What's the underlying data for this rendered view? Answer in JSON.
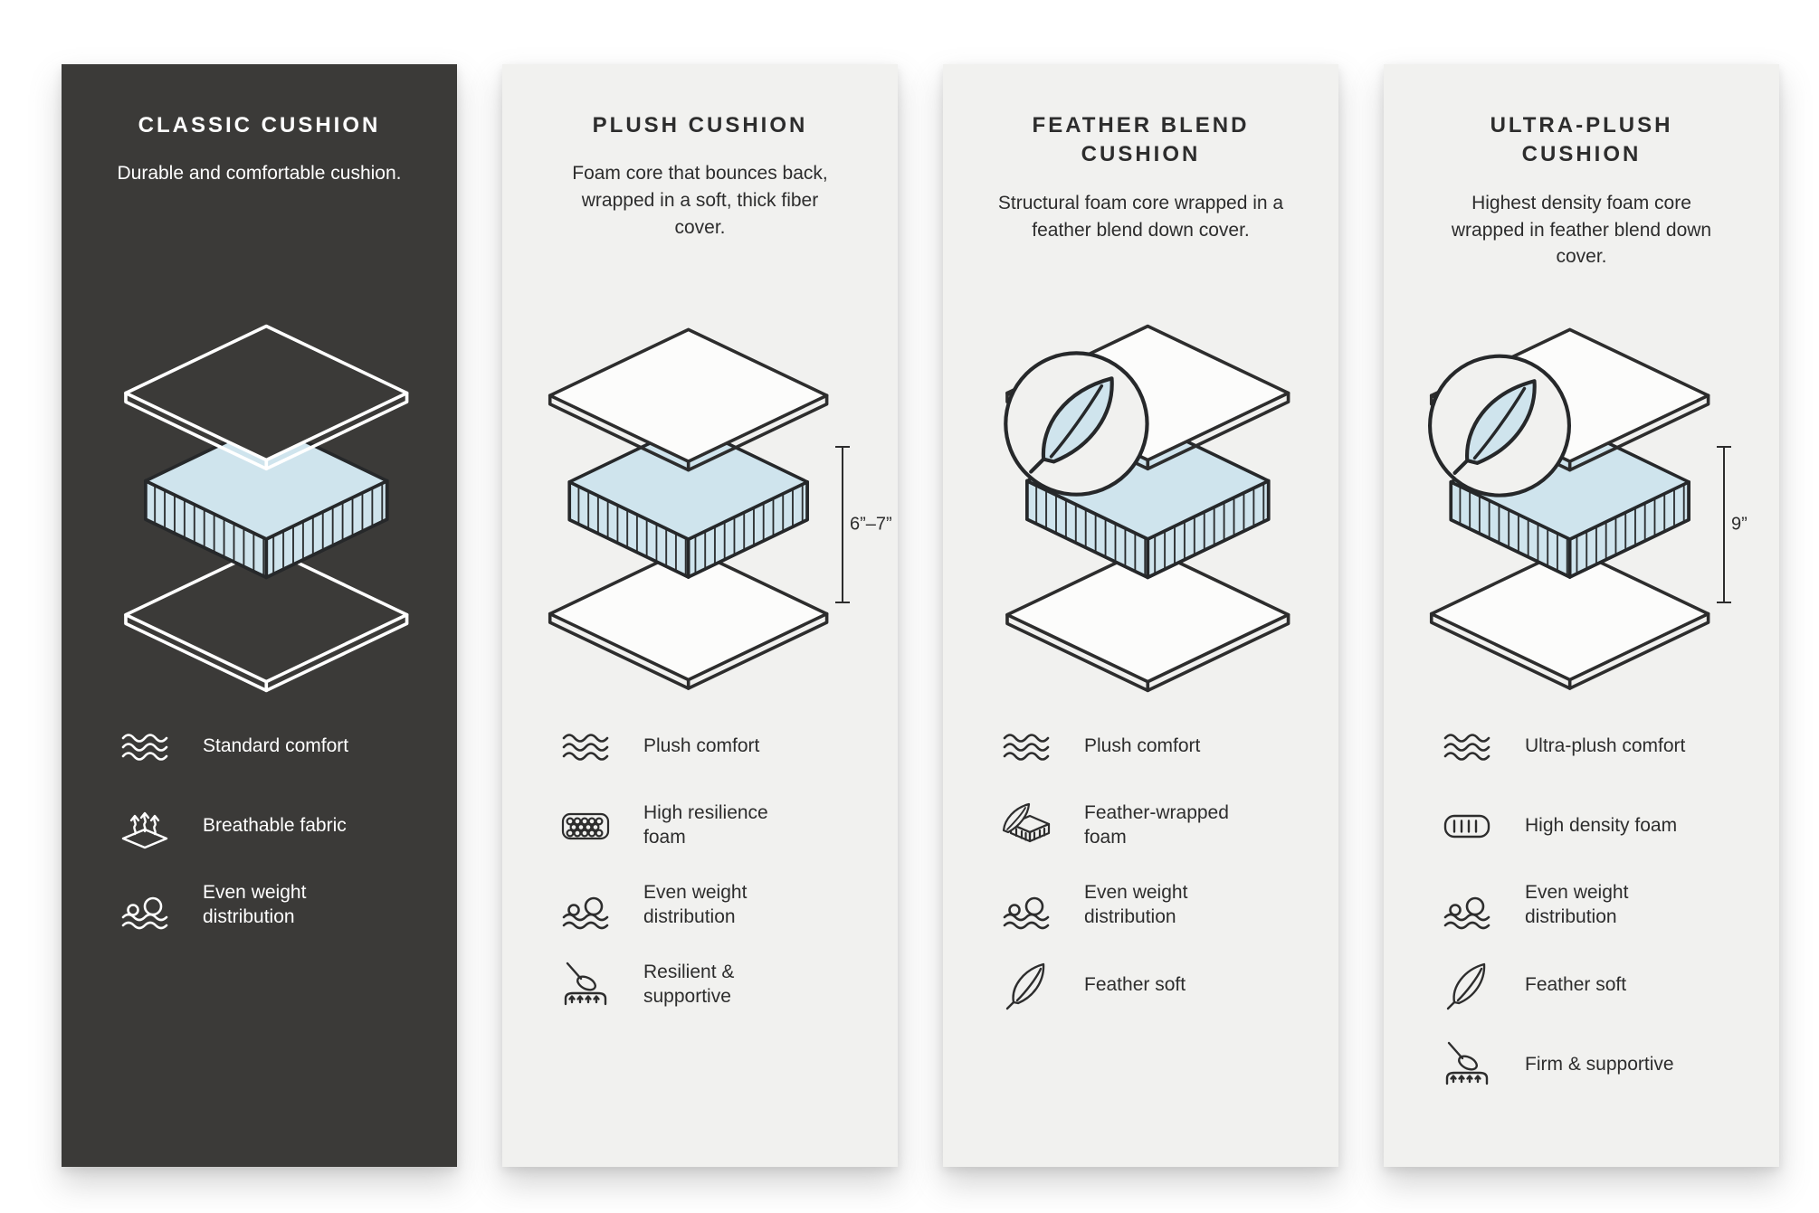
{
  "colors": {
    "page_bg": "#ffffff",
    "dark_card_bg": "#3b3a38",
    "light_card_bg": "#f1f1ef",
    "foam_blue": "#cfe4ed",
    "outline_dark": "#26282a",
    "text_light": "#ffffff",
    "text_dark": "#2d2d2d"
  },
  "cards": [
    {
      "title": "CLASSIC CUSHION",
      "description": "Durable and comfortable cushion.",
      "theme": "dark",
      "diagram": {
        "feather_badge": false,
        "ruler_label": ""
      },
      "features": [
        {
          "icon": "waves-icon",
          "label": "Standard comfort"
        },
        {
          "icon": "breathable-fabric-icon",
          "label": "Breathable fabric"
        },
        {
          "icon": "even-weight-icon",
          "label": "Even weight distribution"
        }
      ]
    },
    {
      "title": "PLUSH CUSHION",
      "description": "Foam core that bounces back, wrapped in a soft, thick fiber cover.",
      "theme": "light",
      "diagram": {
        "feather_badge": false,
        "ruler_label": "6”–7”"
      },
      "features": [
        {
          "icon": "waves-icon",
          "label": "Plush comfort"
        },
        {
          "icon": "foam-cells-icon",
          "label": "High resilience foam"
        },
        {
          "icon": "even-weight-icon",
          "label": "Even weight distribution"
        },
        {
          "icon": "press-hand-icon",
          "label": "Resilient & supportive"
        }
      ]
    },
    {
      "title": "FEATHER BLEND CUSHION",
      "description": "Structural foam core wrapped in a feather blend down cover.",
      "theme": "light",
      "diagram": {
        "feather_badge": true,
        "ruler_label": ""
      },
      "features": [
        {
          "icon": "waves-icon",
          "label": "Plush comfort"
        },
        {
          "icon": "feather-foam-icon",
          "label": "Feather-wrapped foam"
        },
        {
          "icon": "even-weight-icon",
          "label": "Even weight distribution"
        },
        {
          "icon": "feather-icon",
          "label": "Feather soft"
        }
      ]
    },
    {
      "title": "ULTRA-PLUSH CUSHION",
      "description": "Highest density foam core wrapped in feather blend down cover.",
      "theme": "light",
      "diagram": {
        "feather_badge": true,
        "ruler_label": "9”"
      },
      "features": [
        {
          "icon": "waves-icon",
          "label": "Ultra-plush comfort"
        },
        {
          "icon": "density-foam-icon",
          "label": "High density foam"
        },
        {
          "icon": "even-weight-icon",
          "label": "Even weight distribution"
        },
        {
          "icon": "feather-icon",
          "label": "Feather soft"
        },
        {
          "icon": "press-hand-icon",
          "label": "Firm & supportive"
        }
      ]
    }
  ]
}
